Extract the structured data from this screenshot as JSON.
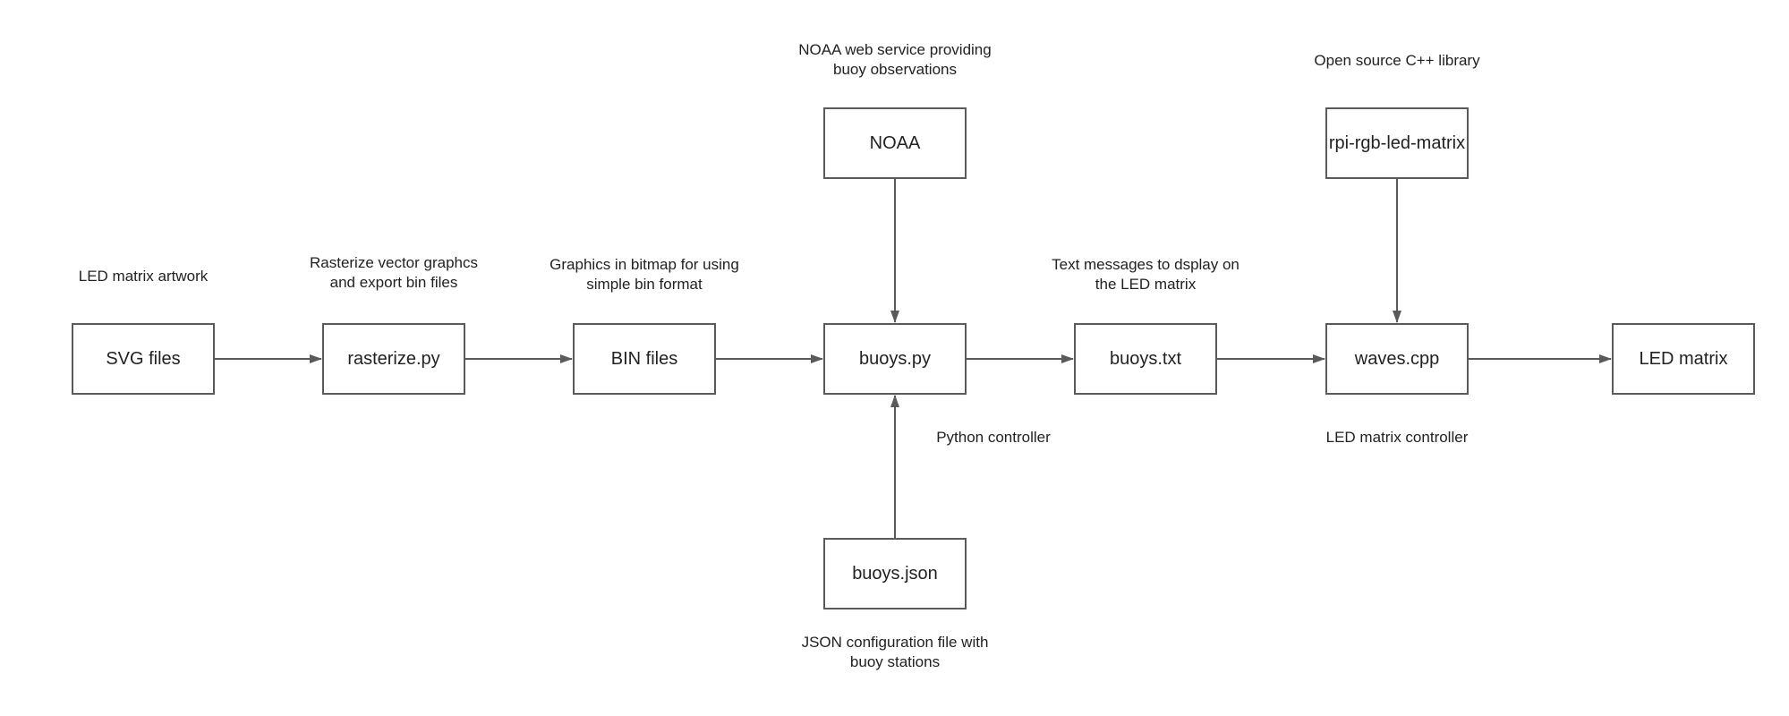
{
  "nodes": {
    "svg_files": "SVG files",
    "rasterize": "rasterize.py",
    "bin_files": "BIN files",
    "noaa": "NOAA",
    "buoys_py": "buoys.py",
    "buoys_json": "buoys.json",
    "buoys_txt": "buoys.txt",
    "rpi": "rpi-rgb-led-matrix",
    "waves": "waves.cpp",
    "led_matrix": "LED matrix"
  },
  "notes": {
    "svg_files": [
      "LED matrix artwork"
    ],
    "rasterize": [
      "Rasterize vector graphcs",
      "and export bin files"
    ],
    "bin_files": [
      "Graphics in bitmap for using",
      "simple bin format"
    ],
    "noaa": [
      "NOAA web service providing",
      "buoy observations"
    ],
    "buoys_py": [
      "Python controller"
    ],
    "buoys_json": [
      "JSON configuration file with",
      "buoy stations"
    ],
    "buoys_txt": [
      "Text messages to dsplay on",
      "the LED matrix"
    ],
    "rpi": [
      "Open source C++ library"
    ],
    "waves": [
      "LED matrix controller"
    ]
  },
  "edges": [
    {
      "from": "svg_files",
      "to": "rasterize"
    },
    {
      "from": "rasterize",
      "to": "bin_files"
    },
    {
      "from": "bin_files",
      "to": "buoys_py"
    },
    {
      "from": "noaa",
      "to": "buoys_py"
    },
    {
      "from": "buoys_json",
      "to": "buoys_py"
    },
    {
      "from": "buoys_py",
      "to": "buoys_txt"
    },
    {
      "from": "buoys_txt",
      "to": "waves"
    },
    {
      "from": "rpi",
      "to": "waves"
    },
    {
      "from": "waves",
      "to": "led_matrix"
    }
  ],
  "colors": {
    "stroke": "#5a5a5a",
    "text": "#222222"
  }
}
